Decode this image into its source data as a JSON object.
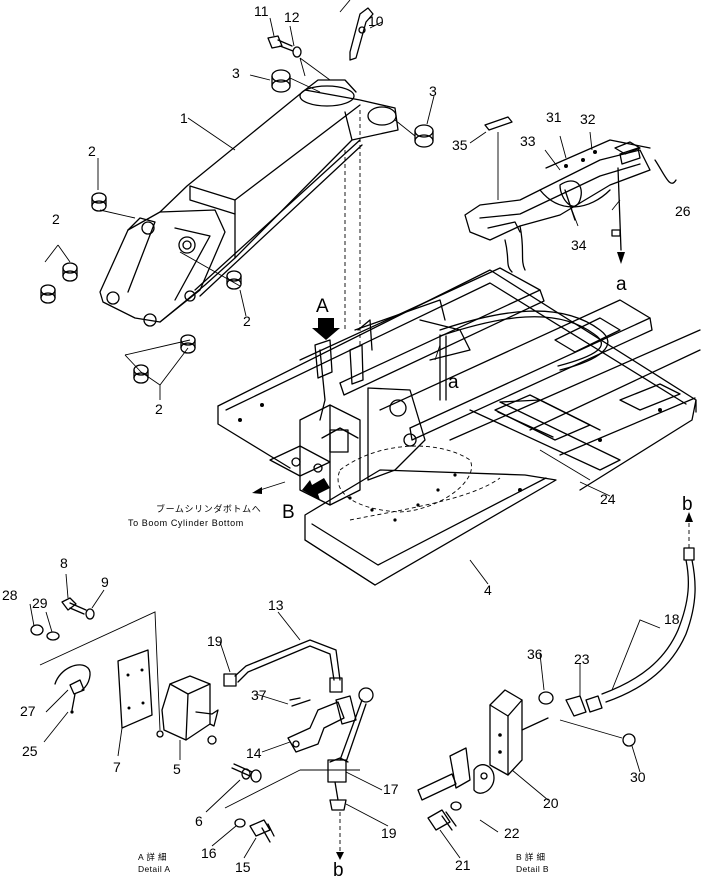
{
  "callouts": {
    "n1": "1",
    "n2a": "2",
    "n2b": "2",
    "n2c": "2",
    "n2d": "2",
    "n3a": "3",
    "n3b": "3",
    "n4": "4",
    "n5": "5",
    "n6": "6",
    "n7": "7",
    "n8": "8",
    "n9": "9",
    "n10": "10",
    "n11": "11",
    "n12": "12",
    "n13": "13",
    "n14": "14",
    "n15": "15",
    "n16": "16",
    "n17": "17",
    "n18": "18",
    "n19a": "19",
    "n19b": "19",
    "n20": "20",
    "n21": "21",
    "n22": "22",
    "n23": "23",
    "n24": "24",
    "n25": "25",
    "n26": "26",
    "n27": "27",
    "n28": "28",
    "n29": "29",
    "n30": "30",
    "n31": "31",
    "n32": "32",
    "n33": "33",
    "n34": "34",
    "n35": "35",
    "n36": "36",
    "n37": "37"
  },
  "refs": {
    "A": "A",
    "B": "B",
    "a1": "a",
    "a2": "a",
    "b1": "b",
    "b2": "b"
  },
  "annotations": {
    "jp_note": "ブームシリンダボトムへ",
    "en_note": "To Boom Cylinder Bottom",
    "detail_a_jp": "A 詳 細",
    "detail_a_en": "Detail A",
    "detail_b_jp": "B 詳 細",
    "detail_b_en": "Detail B"
  }
}
